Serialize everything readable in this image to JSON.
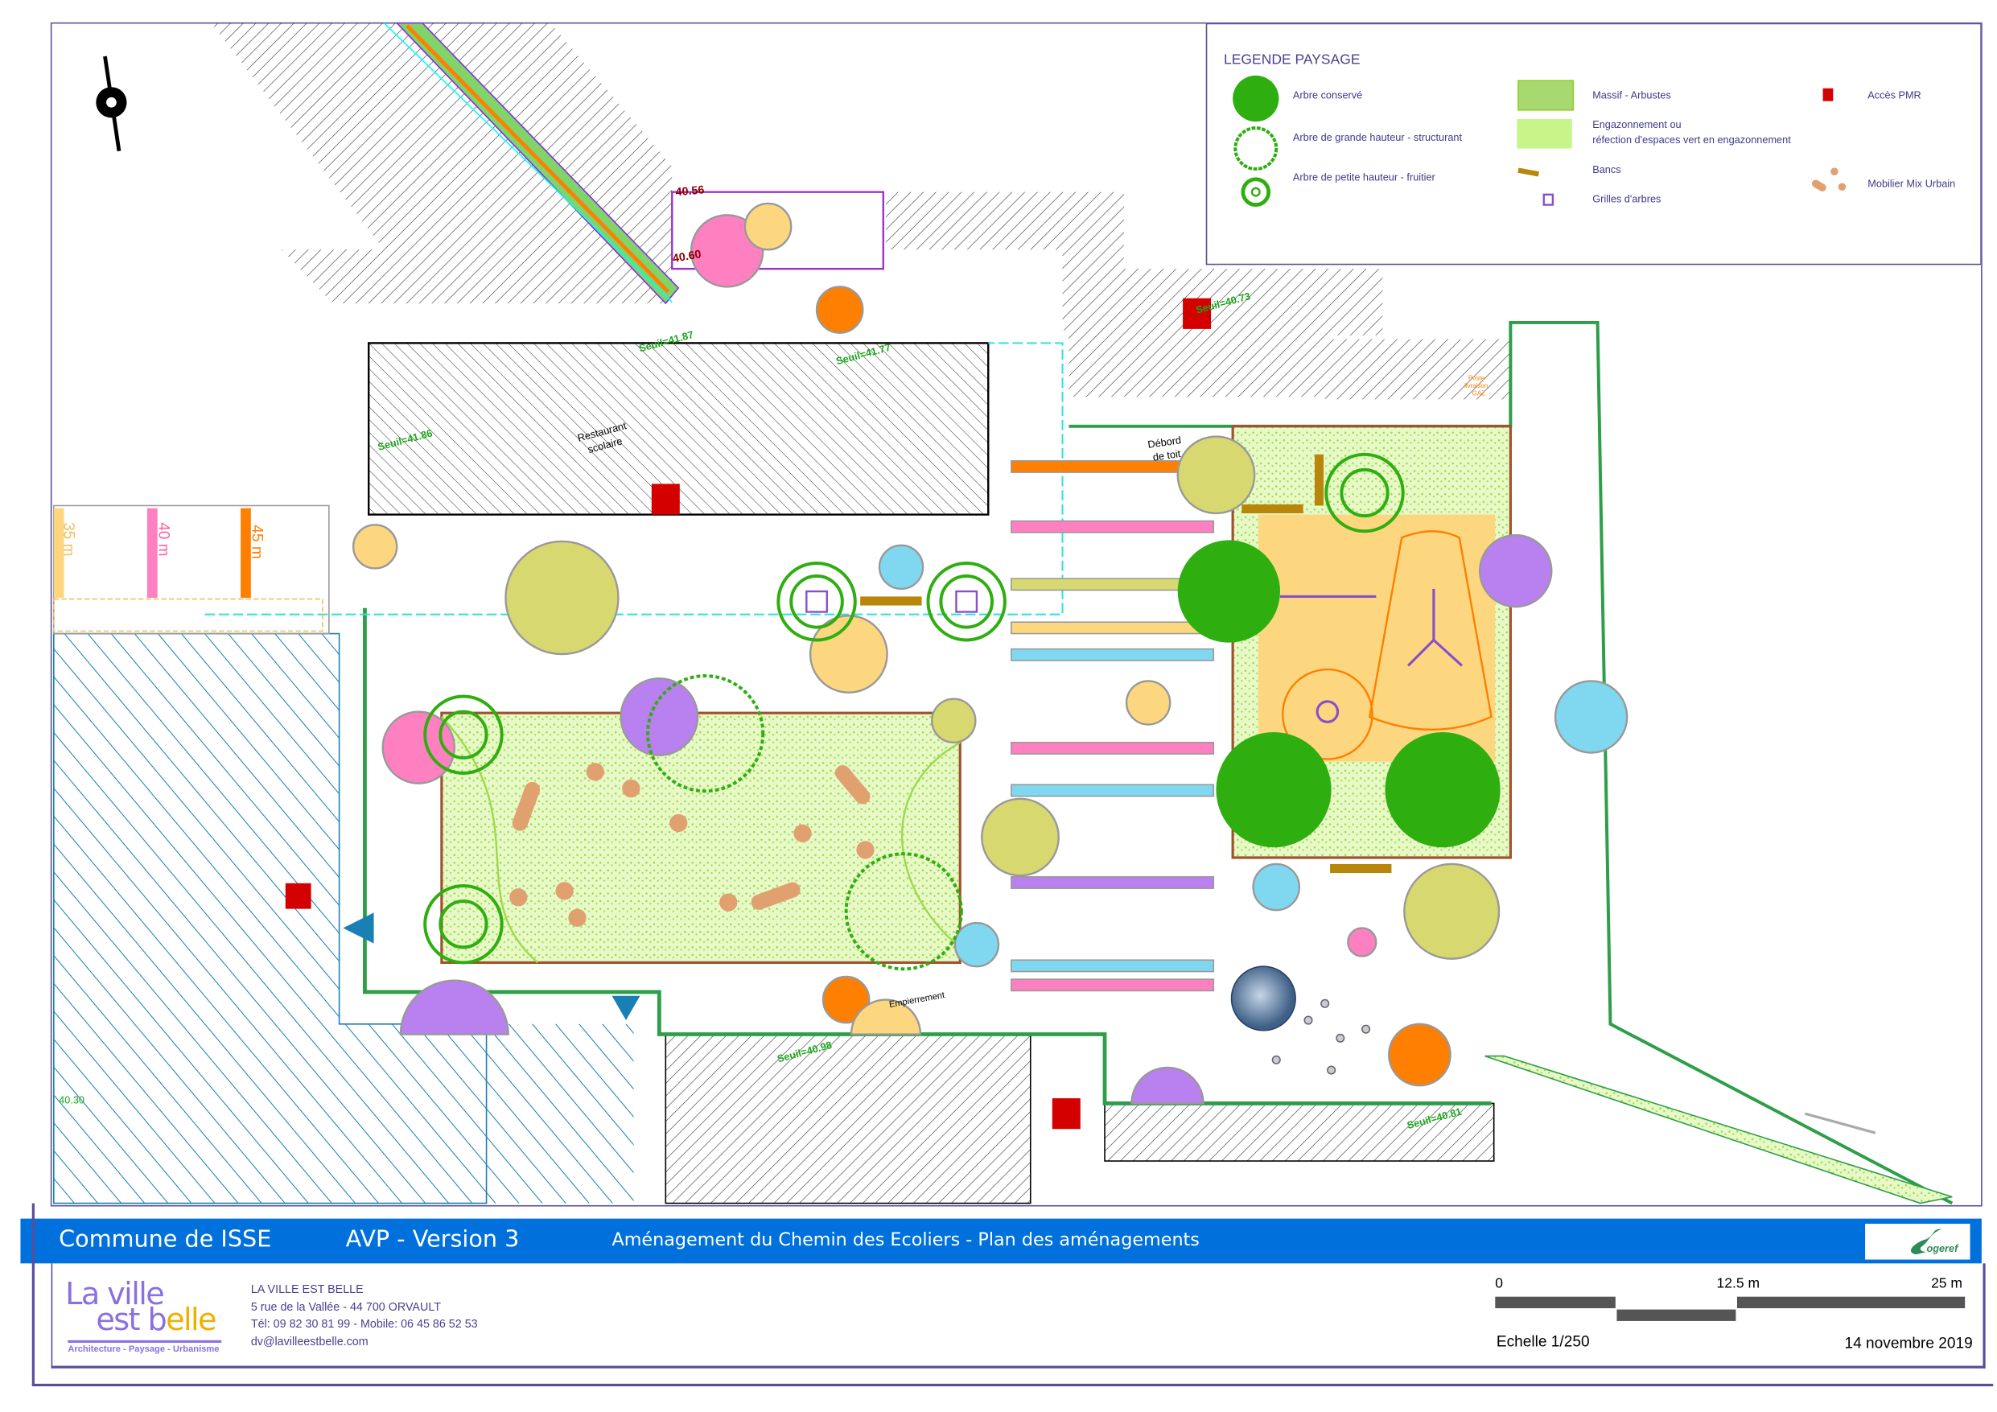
{
  "legend": {
    "title": "LEGENDE PAYSAGE",
    "items": [
      {
        "label": "Arbre conservé",
        "icon": "tree-conserved-icon"
      },
      {
        "label": "Arbre de grande hauteur - structurant",
        "icon": "tall-tree-icon"
      },
      {
        "label": "Arbre de petite hauteur - fruitier",
        "icon": "small-tree-icon"
      },
      {
        "label": "Massif - Arbustes",
        "icon": "shrub-bed-swatch",
        "color": "#a8d870"
      },
      {
        "label": "Engazonnement ou",
        "label2": "réfection d'espaces vert en engazonnement",
        "icon": "lawn-swatch",
        "color": "#c8f58a"
      },
      {
        "label": "Bancs",
        "icon": "bench-icon",
        "color": "#b8860b"
      },
      {
        "label": "Grilles d'arbres",
        "icon": "tree-grate-icon",
        "color": "#8a4fc8"
      },
      {
        "label": "Accès PMR",
        "icon": "pmr-access-icon",
        "color": "#d40000"
      },
      {
        "label": "Mobilier Mix Urbain",
        "icon": "urban-furniture-icon",
        "color": "#e0a070"
      }
    ]
  },
  "map": {
    "labels": {
      "restaurant": "Restaurant",
      "restaurant2": "scolaire",
      "debord": "Débord",
      "debord2": "de toit",
      "empierrement": "Empierrement",
      "gaz1": "Poste",
      "gaz2": "livraison",
      "gaz3": "GAZ"
    },
    "levels": [
      "Seuil=41.86",
      "Seuil=41.87",
      "Seuil=41.77",
      "Seuil=40.73",
      "Seuil=40.98",
      "Seuil=40.81"
    ],
    "spot_heights": [
      "40.56",
      "40.60",
      "40.30"
    ],
    "distances": [
      "35 m",
      "40 m",
      "45 m"
    ]
  },
  "titlebar": {
    "commune": "Commune de ISSE",
    "version": "AVP - Version 3",
    "project": "Aménagement du Chemin des Ecoliers - Plan des aménagements",
    "partner_logo": "Sogeref"
  },
  "footer": {
    "logo": {
      "line1": "La ville",
      "line2a": "est b",
      "line2b": "elle",
      "tagline": "Architecture - Paysage - Urbanisme"
    },
    "company": "LA VILLE EST BELLE",
    "address": "5 rue de la Vallée - 44 700 ORVAULT",
    "phone": "Tél: 09 82 30 81 99 - Mobile: 06 45 86 52 53",
    "email": "dv@lavilleestbelle.com",
    "scale": {
      "t0": "0",
      "t1": "12.5 m",
      "t2": "25 m",
      "label": "Echelle 1/250"
    },
    "date": "14 novembre 2019"
  },
  "colors": {
    "band": "#0070dd",
    "frame": "#5a4e9a",
    "tree": "#2fae10",
    "lawn": "#d6f29a",
    "play": "#fcd77f"
  }
}
